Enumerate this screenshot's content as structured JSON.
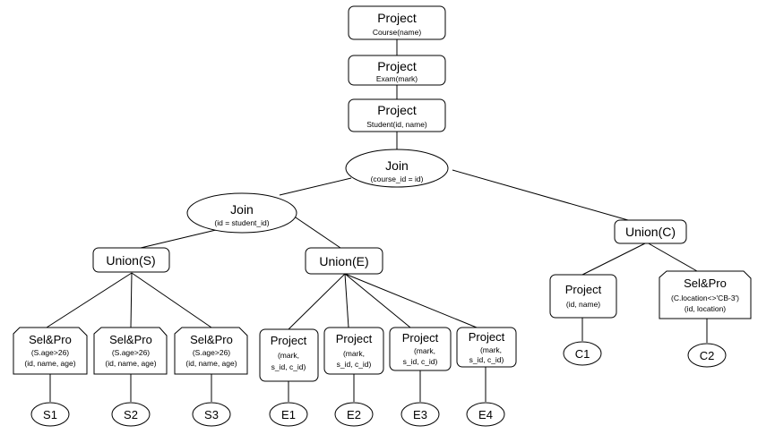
{
  "nodes": {
    "project_course": {
      "title": "Project",
      "sub": "Course(name)"
    },
    "project_exam": {
      "title": "Project",
      "sub": "Exam(mark)"
    },
    "project_student": {
      "title": "Project",
      "sub": "Student(id, name)"
    },
    "join_top": {
      "title": "Join",
      "sub": "(course_id = id)"
    },
    "join_left": {
      "title": "Join",
      "sub": "(id = student_id)"
    },
    "union_s": {
      "title": "Union(S)"
    },
    "union_e": {
      "title": "Union(E)"
    },
    "union_c": {
      "title": "Union(C)"
    },
    "selpro_1": {
      "title": "Sel&Pro",
      "l1": "(S.age>26)",
      "l2": "(id, name, age)"
    },
    "selpro_2": {
      "title": "Sel&Pro",
      "l1": "(S.age>26)",
      "l2": "(id, name, age)"
    },
    "selpro_3": {
      "title": "Sel&Pro",
      "l1": "(S.age>26)",
      "l2": "(id, name, age)"
    },
    "project_e1": {
      "title": "Project",
      "l1": "(mark,",
      "l2": "s_id, c_id)"
    },
    "project_e2": {
      "title": "Project",
      "l1": "(mark,",
      "l2": "s_id, c_id)"
    },
    "project_e3": {
      "title": "Project",
      "l1": "(mark,",
      "l2": "s_id, c_id)"
    },
    "project_e4": {
      "title": "Project",
      "l1": "(mark,",
      "l2": "s_id, c_id)"
    },
    "project_c1": {
      "title": "Project",
      "sub": "(id, name)"
    },
    "selpro_c2": {
      "title": "Sel&Pro",
      "l1": "(C.location<>'CB-3')",
      "l2": "(id, location)"
    },
    "leaf_s1": {
      "label": "S1"
    },
    "leaf_s2": {
      "label": "S2"
    },
    "leaf_s3": {
      "label": "S3"
    },
    "leaf_e1": {
      "label": "E1"
    },
    "leaf_e2": {
      "label": "E2"
    },
    "leaf_e3": {
      "label": "E3"
    },
    "leaf_e4": {
      "label": "E4"
    },
    "leaf_c1": {
      "label": "C1"
    },
    "leaf_c2": {
      "label": "C2"
    }
  }
}
